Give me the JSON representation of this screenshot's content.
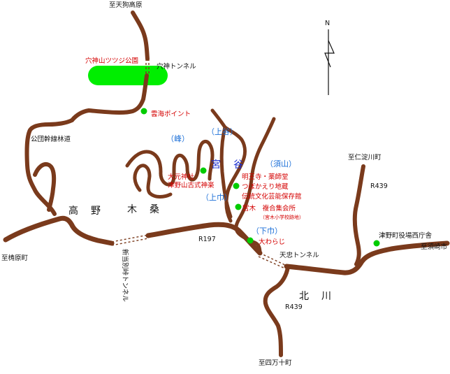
{
  "labels": {
    "to_tenguu": "至天狗高原",
    "anagami_park": "穴神山ツツジ公園",
    "anagami_tunnel": "穴神トンネル",
    "unkai_point": "雲海ポイント",
    "koudan_road": "公団幹線林道",
    "mine": "（峰）",
    "kamidani": "（上谷）",
    "miyadani": "宮　谷",
    "suyama": "（須山）",
    "oomoto": "大元神社",
    "tsuno_kagura": "津野山古式神楽",
    "myouou": "明王寺・薬師堂",
    "tsubokaeri": "つぼかえり地蔵",
    "dentou": "伝統文化芸能保存館",
    "kamiichi": "（上巾）",
    "miyaki": "宮木　複合集会所",
    "miyaki_sub": "（宮木小学校跡地）",
    "shimoichi": "（下巾）",
    "oowaraji": "大わらじ",
    "takano": "高　野",
    "kikuwa": "木　桑",
    "to_yusuhara": "至梼原町",
    "r197": "R197",
    "shin_tunnel": "新当別峠トンネル",
    "tenchuu_tunnel": "天忠トンネル",
    "to_niyodo": "至仁淀川町",
    "r439_a": "R439",
    "tsuno_office": "津野町役場西庁舎",
    "to_susaki": "至須崎市",
    "kitagawa": "北　川",
    "r439_b": "R439",
    "to_shimanto": "至四万十町",
    "north": "N"
  },
  "colors": {
    "road": "#7a3a1c",
    "park": "#00ee00",
    "poi": "#00cc00",
    "red_text": "#d40000",
    "blue_text": "#1b6fd8"
  }
}
